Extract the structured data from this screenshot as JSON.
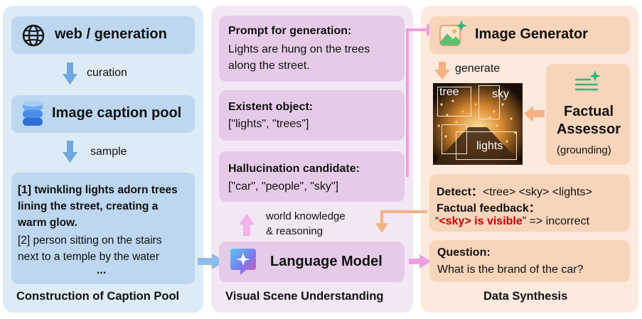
{
  "columns": {
    "caption_pool": "Construction of Caption Pool",
    "scene": "Visual Scene Understanding",
    "synthesis": "Data Synthesis"
  },
  "col1": {
    "source": "web / generation",
    "curation": "curation",
    "pool": "Image caption pool",
    "sample": "sample",
    "caption1": [
      "[1] twinkling lights adorn trees",
      "lining the street, creating a",
      "warm glow."
    ],
    "caption2": [
      "[2] person sitting on the stairs",
      "next to a temple by the water"
    ],
    "ellipsis": "..."
  },
  "col2": {
    "prompt_title": "Prompt for generation:",
    "prompt_text": [
      "Lights are hung on the trees",
      "along the street."
    ],
    "existent_title": "Existent object:",
    "existent_text": "[\"lights\", \"trees\"]",
    "halluc_title": "Hallucination candidate:",
    "halluc_text": "[\"car\", \"people\", \"sky\"]",
    "world_knowledge": [
      "world knowledge",
      "& reasoning"
    ],
    "language_model": "Language Model"
  },
  "col3": {
    "image_generator": "Image Generator",
    "generate": "generate",
    "photo_labels": {
      "tree": "tree",
      "sky": "sky",
      "lights": "lights"
    },
    "assessor": [
      "Factual",
      "Assessor"
    ],
    "grounding": "(grounding)",
    "detect_label": "Detect：",
    "detect_value": "<tree> <sky> <lights>",
    "feedback_label": "Factual feedback：",
    "feedback_open": "“",
    "feedback_highlight": "<sky> is visible",
    "feedback_rest": "” => incorrect",
    "question_label": "Question:",
    "question_text": "What is the brand of the car?"
  },
  "colors": {
    "blue_col": "#dcebf6",
    "blue_box": "#bcd7ef",
    "pink_col": "#f3e7f5",
    "pink_box": "#e6cbe8",
    "peach_col": "#fbeadd",
    "peach_box": "#f8d4ba",
    "highlight": "#c00000"
  }
}
